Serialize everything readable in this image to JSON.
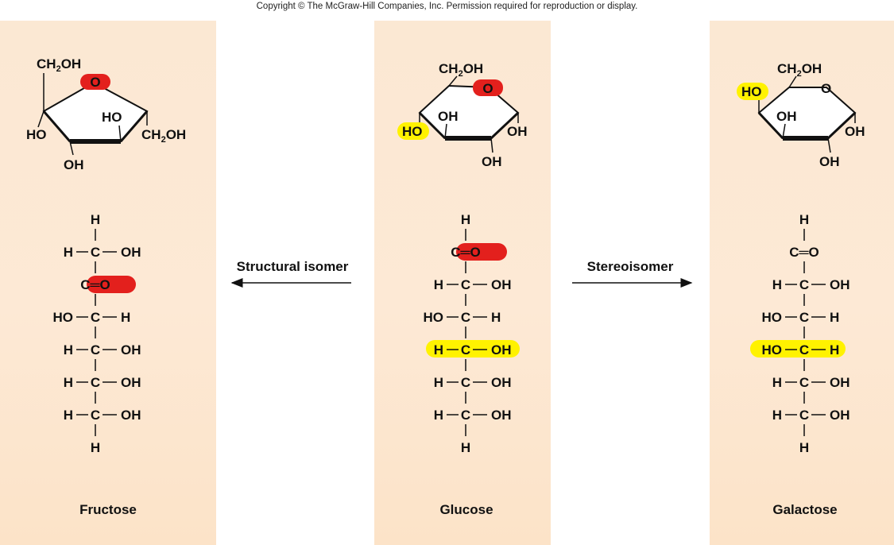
{
  "copyright": "Copyright © The McGraw-Hill Companies, Inc. Permission required for reproduction or display.",
  "colors": {
    "panel": "#fde9d5",
    "red_highlight": "#e3201d",
    "yellow_highlight": "#fff200",
    "bond": "#111111"
  },
  "arrows": {
    "structural": "Structural isomer",
    "stereo": "Stereoisomer"
  },
  "molecules": {
    "fructose": {
      "name": "Fructose",
      "ring": {
        "ch2oh_top": "CH2OH",
        "o": "O",
        "ho_left": "HO",
        "ho_inner": "HO",
        "ch2oh_right": "CH2OH",
        "oh_bottom": "OH"
      },
      "chain": [
        {
          "left": "",
          "center": "H",
          "right": ""
        },
        {
          "left": "H",
          "center": "C",
          "right": "OH"
        },
        {
          "left": "",
          "center": "C═O",
          "right": ""
        },
        {
          "left": "HO",
          "center": "C",
          "right": "H"
        },
        {
          "left": "H",
          "center": "C",
          "right": "OH"
        },
        {
          "left": "H",
          "center": "C",
          "right": "OH"
        },
        {
          "left": "H",
          "center": "C",
          "right": "OH"
        },
        {
          "left": "",
          "center": "H",
          "right": ""
        }
      ]
    },
    "glucose": {
      "name": "Glucose",
      "ring": {
        "ch2oh_top": "CH2OH",
        "o": "O",
        "oh_inner": "OH",
        "ho_left": "HO",
        "oh_right": "OH",
        "oh_bottom": "OH"
      },
      "chain": [
        {
          "left": "",
          "center": "H",
          "right": ""
        },
        {
          "left": "",
          "center": "C═O",
          "right": ""
        },
        {
          "left": "H",
          "center": "C",
          "right": "OH"
        },
        {
          "left": "HO",
          "center": "C",
          "right": "H"
        },
        {
          "left": "H",
          "center": "C",
          "right": "OH"
        },
        {
          "left": "H",
          "center": "C",
          "right": "OH"
        },
        {
          "left": "H",
          "center": "C",
          "right": "OH"
        },
        {
          "left": "",
          "center": "H",
          "right": ""
        }
      ]
    },
    "galactose": {
      "name": "Galactose",
      "ring": {
        "ch2oh_top": "CH2OH",
        "o": "O",
        "ho_left": "HO",
        "oh_inner": "OH",
        "oh_right": "OH",
        "oh_bottom": "OH"
      },
      "chain": [
        {
          "left": "",
          "center": "H",
          "right": ""
        },
        {
          "left": "",
          "center": "C═O",
          "right": ""
        },
        {
          "left": "H",
          "center": "C",
          "right": "OH"
        },
        {
          "left": "HO",
          "center": "C",
          "right": "H"
        },
        {
          "left": "HO",
          "center": "C",
          "right": "H"
        },
        {
          "left": "H",
          "center": "C",
          "right": "OH"
        },
        {
          "left": "H",
          "center": "C",
          "right": "OH"
        },
        {
          "left": "",
          "center": "H",
          "right": ""
        }
      ]
    }
  }
}
